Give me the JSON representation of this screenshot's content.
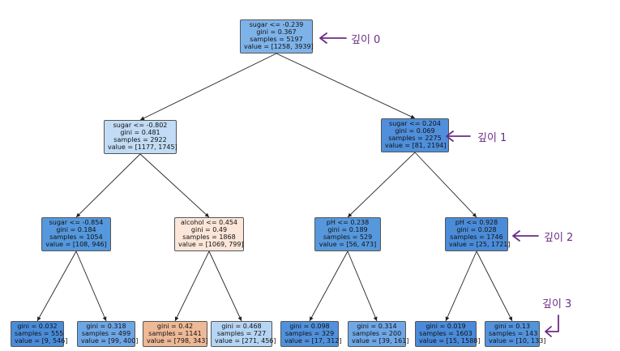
{
  "tree": {
    "nodes": [
      {
        "id": "n0",
        "lines": [
          "sugar <= -0.239",
          "gini = 0.367",
          "samples = 5197",
          "value = [1258, 3939]"
        ],
        "color": "#7eb3ea"
      },
      {
        "id": "n1",
        "lines": [
          "sugar <= -0.802",
          "gini = 0.481",
          "samples = 2922",
          "value = [1177, 1745]"
        ],
        "color": "#c2dcf5"
      },
      {
        "id": "n2",
        "lines": [
          "sugar <= 0.204",
          "gini = 0.069",
          "samples = 2275",
          "value = [81, 2194]"
        ],
        "color": "#4f8fdb"
      },
      {
        "id": "n3",
        "lines": [
          "sugar <= -0.854",
          "gini = 0.184",
          "samples = 1054",
          "value = [108, 946]"
        ],
        "color": "#5598dd"
      },
      {
        "id": "n4",
        "lines": [
          "alcohol <= 0.454",
          "gini = 0.49",
          "samples = 1868",
          "value = [1069, 799]"
        ],
        "color": "#fbe6d9"
      },
      {
        "id": "n5",
        "lines": [
          "pH <= 0.238",
          "gini = 0.189",
          "samples = 529",
          "value = [56, 473]"
        ],
        "color": "#5798dd"
      },
      {
        "id": "n6",
        "lines": [
          "pH <= 0.928",
          "gini = 0.028",
          "samples = 1746",
          "value = [25, 1721]"
        ],
        "color": "#4b8cd9"
      },
      {
        "id": "n7",
        "lines": [
          "gini = 0.032",
          "samples = 555",
          "value = [9, 546]"
        ],
        "color": "#4b8cd9"
      },
      {
        "id": "n8",
        "lines": [
          "gini = 0.318",
          "samples = 499",
          "value = [99, 400]"
        ],
        "color": "#6da6e4"
      },
      {
        "id": "n9",
        "lines": [
          "gini = 0.42",
          "samples = 1141",
          "value = [798, 343]"
        ],
        "color": "#edb997"
      },
      {
        "id": "n10",
        "lines": [
          "gini = 0.468",
          "samples = 727",
          "value = [271, 456]"
        ],
        "color": "#b5d5f3"
      },
      {
        "id": "n11",
        "lines": [
          "gini = 0.098",
          "samples = 329",
          "value = [17, 312]"
        ],
        "color": "#5191dc"
      },
      {
        "id": "n12",
        "lines": [
          "gini = 0.314",
          "samples = 200",
          "value = [39, 161]"
        ],
        "color": "#6fa7e5"
      },
      {
        "id": "n13",
        "lines": [
          "gini = 0.019",
          "samples = 1603",
          "value = [15, 1588]"
        ],
        "color": "#4a8ad8"
      },
      {
        "id": "n14",
        "lines": [
          "gini = 0.13",
          "samples = 143",
          "value = [10, 133]"
        ],
        "color": "#5393dc"
      }
    ],
    "edges": [
      [
        "n0",
        "n1"
      ],
      [
        "n0",
        "n2"
      ],
      [
        "n1",
        "n3"
      ],
      [
        "n1",
        "n4"
      ],
      [
        "n2",
        "n5"
      ],
      [
        "n2",
        "n6"
      ],
      [
        "n3",
        "n7"
      ],
      [
        "n3",
        "n8"
      ],
      [
        "n4",
        "n9"
      ],
      [
        "n4",
        "n10"
      ],
      [
        "n5",
        "n11"
      ],
      [
        "n5",
        "n12"
      ],
      [
        "n6",
        "n13"
      ],
      [
        "n6",
        "n14"
      ]
    ]
  },
  "annotations": {
    "depth0": "깊이 0",
    "depth1": "깊이 1",
    "depth2": "깊이 2",
    "depth3": "깊이 3"
  },
  "colors": {
    "edge": "#222222",
    "annotation": "#6b2d86"
  }
}
